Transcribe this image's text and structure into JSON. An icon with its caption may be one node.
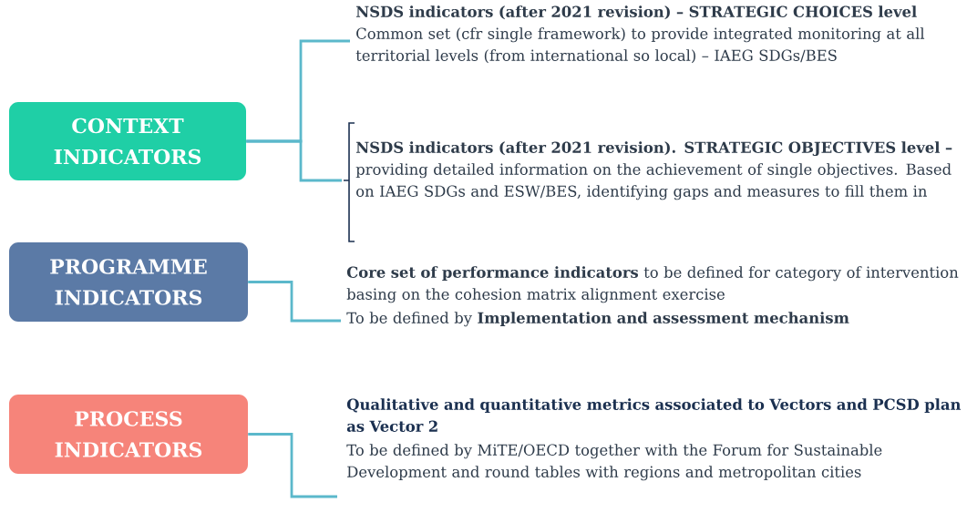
{
  "diagram": {
    "nodes": [
      {
        "text": [
          "CONTEXT INDICATORS"
        ]
      },
      {
        "text": [
          "PROGRAMME INDICATORS"
        ]
      },
      {
        "text": [
          "PROCESS INDICATORS"
        ]
      },
      {
        "text": [
          "**NSDS indicators (after 2021 revision) – STRATEGIC CHOICES level** Common set (cfr single framework) to provide integrated monitoring at all territorial levels (from international so local) – IAEG SDGs/BES"
        ]
      },
      {
        "text": [
          "**NSDS indicators (after 2021 revision). STRATEGIC OBJECTIVES level –** providing detailed information on the achievement of single objectives. Based on IAEG SDGs and ESW/BES, identifying gaps and measures to fill them in"
        ]
      },
      {
        "text": [
          "**Core set of performance indicators** to be defined for category of intervention basing on the cohesion matrix alignment exercise",
          "To be defined by **Implementation and assessment mechanism**"
        ]
      },
      {
        "text": [
          "Qualitative and quantitative metrics associated to Vectors and PCSD plan as Vector 2",
          "To be defined by MiTE/OECD together with the Forum for Sustainable Development and round tables with regions and metropolitan cities"
        ]
      }
    ],
    "edges": [
      {
        "from": 0,
        "to": 3,
        "arrow": "none"
      },
      {
        "from": 0,
        "to": 4,
        "arrow": "none"
      },
      {
        "from": 1,
        "to": 5,
        "arrow": "none"
      },
      {
        "from": 2,
        "to": 6,
        "arrow": "none"
      }
    ]
  }
}
